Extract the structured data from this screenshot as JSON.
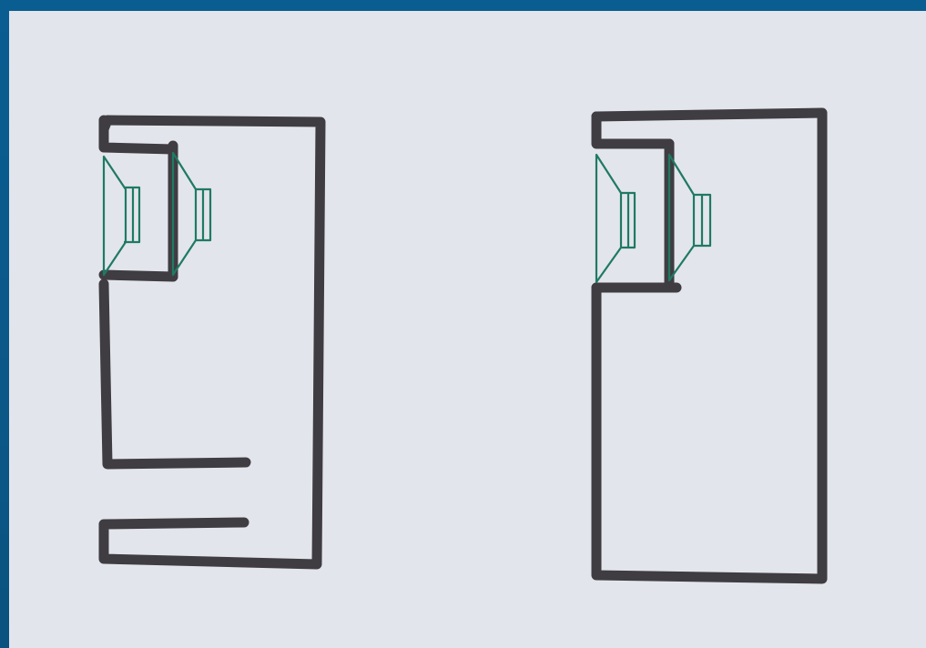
{
  "diagram": {
    "colors": {
      "border": "#0b5a8c",
      "paper": "#e3e5ec",
      "ink": "#3f3d42",
      "driver_ink": "#1f7a63"
    },
    "figures": [
      {
        "name": "ported-enclosure",
        "drivers": 2,
        "has_port": true
      },
      {
        "name": "sealed-enclosure",
        "drivers": 2,
        "has_port": false
      }
    ]
  }
}
